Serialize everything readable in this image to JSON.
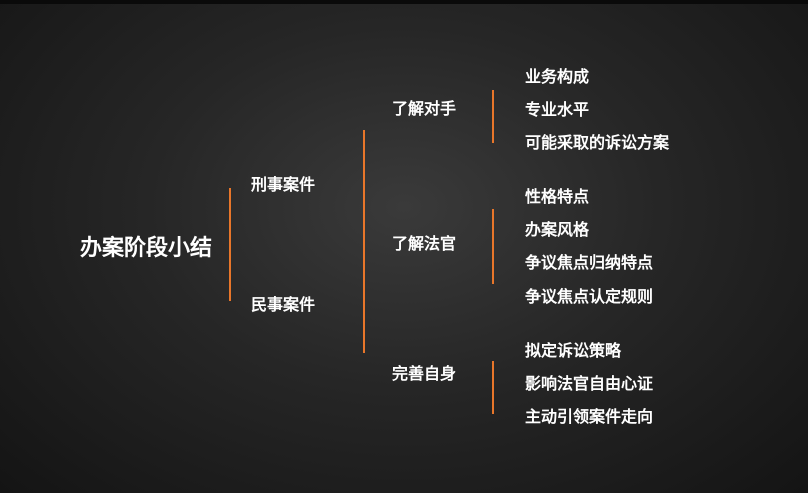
{
  "root": {
    "label": "办案阶段小结"
  },
  "branches": [
    {
      "label": "刑事案件"
    },
    {
      "label": "民事案件"
    }
  ],
  "aspects": [
    {
      "label": "了解对手",
      "items": [
        "业务构成",
        "专业水平",
        "可能采取的诉讼方案"
      ]
    },
    {
      "label": "了解法官",
      "items": [
        "性格特点",
        "办案风格",
        "争议焦点归纳特点",
        "争议焦点认定规则"
      ]
    },
    {
      "label": "完善自身",
      "items": [
        "拟定诉讼策略",
        "影响法官自由心证",
        "主动引领案件走向"
      ]
    }
  ],
  "colors": {
    "accent": "#e8762a",
    "text": "#ffffff",
    "background": "#262626"
  }
}
